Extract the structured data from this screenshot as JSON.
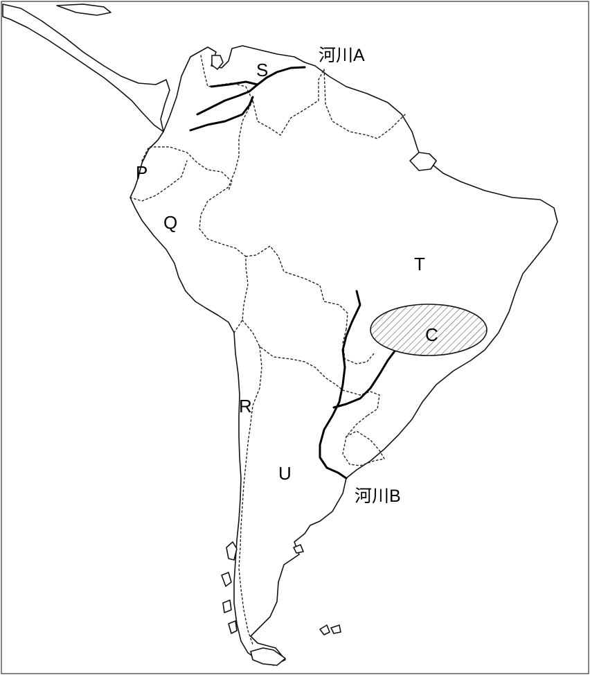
{
  "labels": {
    "p": "P",
    "q": "Q",
    "r": "R",
    "s": "S",
    "t": "T",
    "u": "U",
    "c": "C",
    "river_a": "河川A",
    "river_b": "河川B"
  },
  "colors": {
    "outline": "#111111",
    "background": "#ffffff",
    "hatch": "#555555"
  }
}
